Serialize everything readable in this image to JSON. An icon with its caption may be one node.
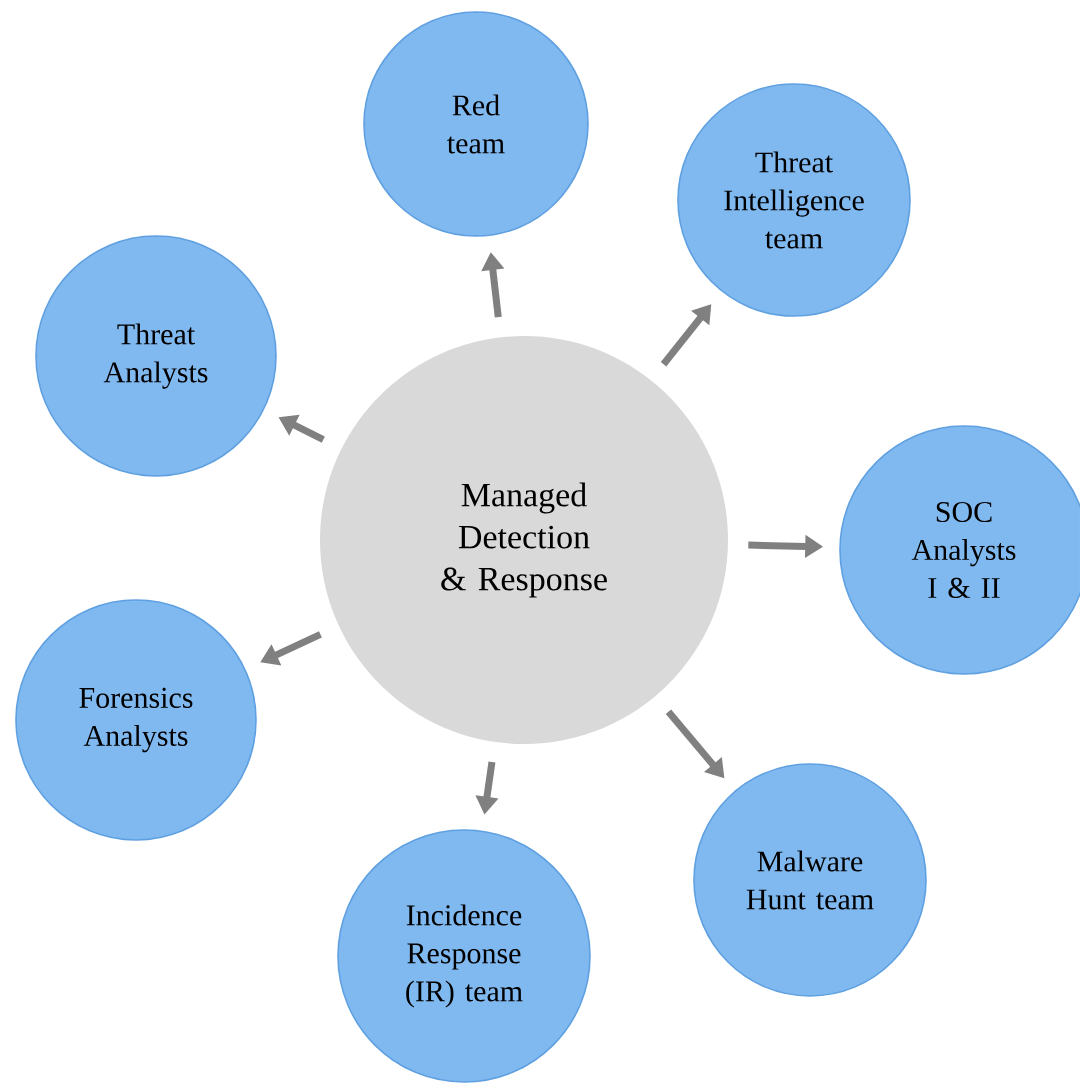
{
  "diagram": {
    "nodes": [
      {
        "text": [
          "Managed Detection & Response"
        ]
      },
      {
        "text": [
          "Red team"
        ]
      },
      {
        "text": [
          "Threat Intelligence team"
        ]
      },
      {
        "text": [
          "SOC Analysts I & II"
        ]
      },
      {
        "text": [
          "Malware Hunt team"
        ]
      },
      {
        "text": [
          "Incidence Response (IR) team"
        ]
      },
      {
        "text": [
          "Forensics Analysts"
        ]
      },
      {
        "text": [
          "Threat Analysts"
        ]
      }
    ],
    "edges": [
      {
        "from": 0,
        "to": 1,
        "arrow": "to"
      },
      {
        "from": 0,
        "to": 2,
        "arrow": "to"
      },
      {
        "from": 0,
        "to": 3,
        "arrow": "to"
      },
      {
        "from": 0,
        "to": 4,
        "arrow": "to"
      },
      {
        "from": 0,
        "to": 5,
        "arrow": "to"
      },
      {
        "from": 0,
        "to": 6,
        "arrow": "to"
      },
      {
        "from": 0,
        "to": 7,
        "arrow": "to"
      }
    ]
  }
}
